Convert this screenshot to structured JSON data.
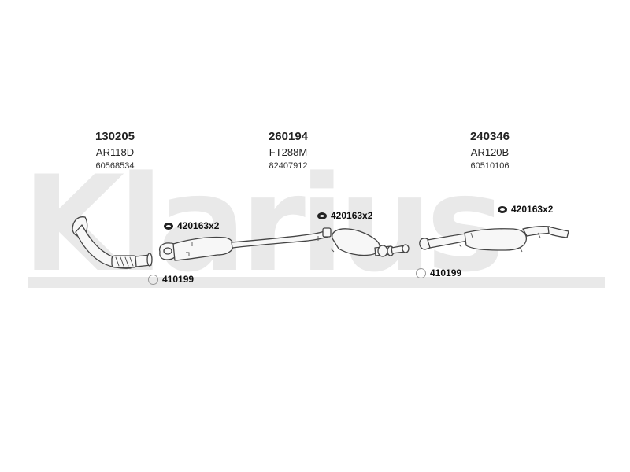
{
  "watermark": {
    "text": "Klarius"
  },
  "groups": [
    {
      "part": "130205",
      "code": "AR118D",
      "oe": "60568534"
    },
    {
      "part": "260194",
      "code": "FT288M",
      "oe": "82407912"
    },
    {
      "part": "240346",
      "code": "AR120B",
      "oe": "60510106"
    }
  ],
  "fittings": {
    "clamp_1": "420163x2",
    "clamp_2": "420163x2",
    "clamp_3": "420163x2",
    "mount_1": "410199",
    "mount_2": "410199"
  },
  "colors": {
    "watermark": "#e9e9e9",
    "line": "#444444",
    "fill": "#f7f7f7"
  }
}
